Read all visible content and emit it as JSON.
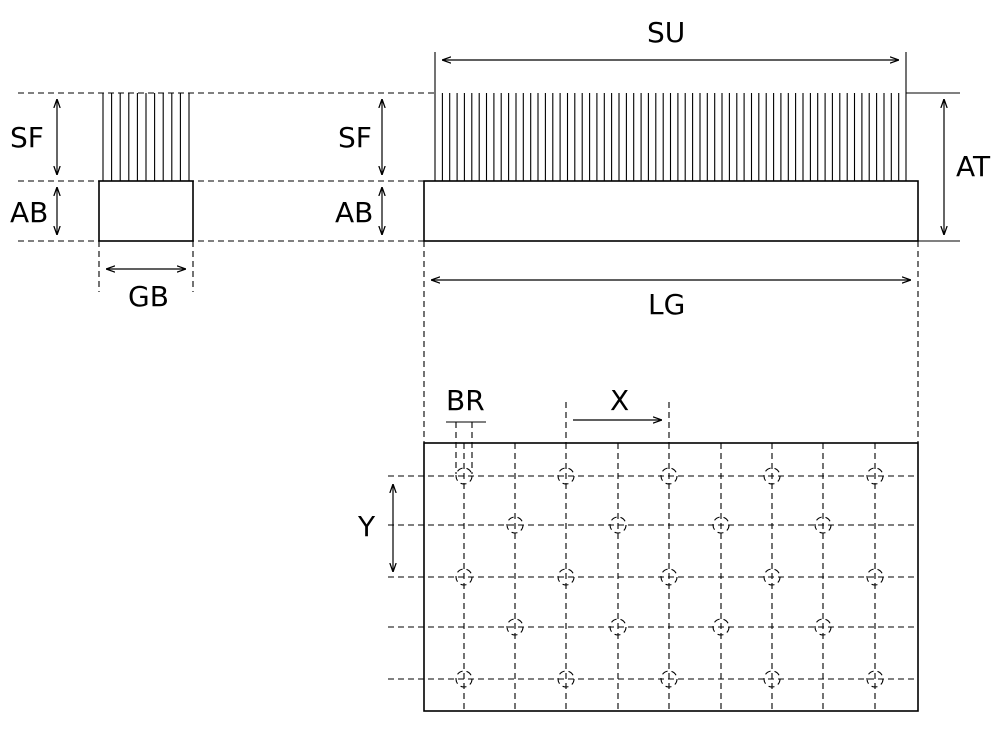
{
  "labels": {
    "sf": "SF",
    "ab": "AB",
    "gb": "GB",
    "su": "SU",
    "at": "AT",
    "lg": "LG",
    "br": "BR",
    "x": "X",
    "y": "Y"
  }
}
